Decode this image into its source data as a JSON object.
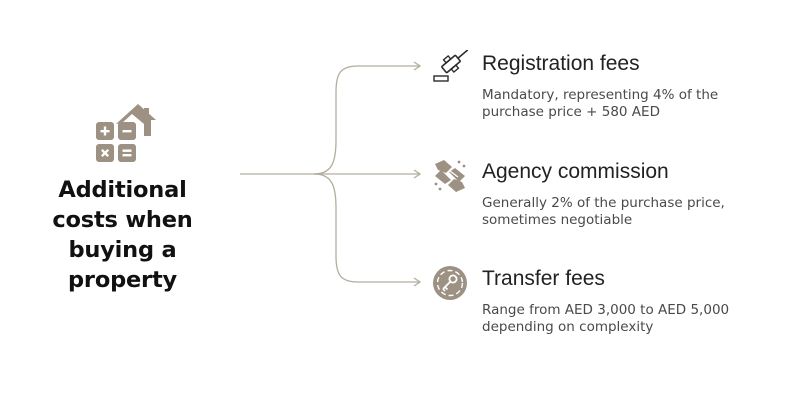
{
  "main": {
    "title": "Additional costs when buying a property",
    "icon": "house-calculator-icon"
  },
  "colors": {
    "accent": "#9c9183",
    "text_dark": "#111111",
    "text_body": "#4a4a4a",
    "line": "#b3ad9f"
  },
  "items": [
    {
      "title": "Registration fees",
      "description": "Mandatory, representing 4% of the\npurchase price + 580 AED",
      "icon": "gavel-icon"
    },
    {
      "title": "Agency commission",
      "description": "Generally 2% of the purchase price,\nsometimes negotiable",
      "icon": "handshake-icon"
    },
    {
      "title": "Transfer fees",
      "description": "Range from AED 3,000 to AED 5,000\ndepending on complexity",
      "icon": "key-icon"
    }
  ]
}
